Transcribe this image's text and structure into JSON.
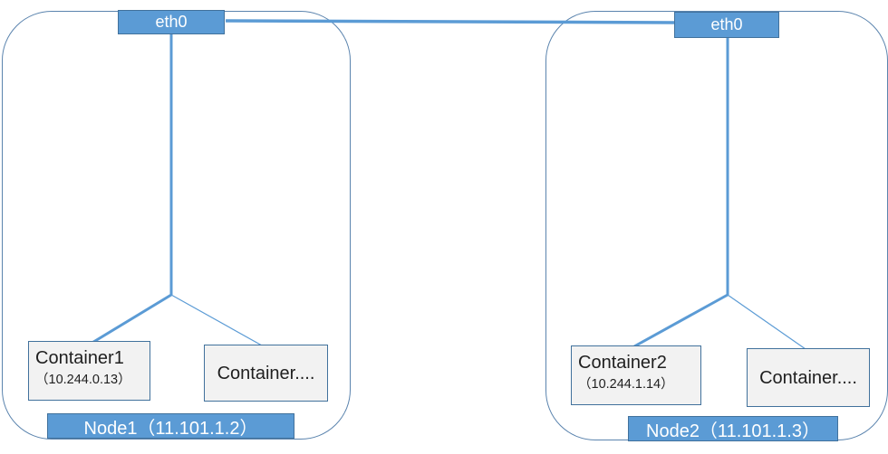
{
  "diagram_type": "kubernetes-cross-node-container-network",
  "colors": {
    "accent_blue_fill": "#5b9bd5",
    "box_border_blue": "#41719c",
    "node_outline_blue": "#5b84ae",
    "container_fill_gray": "#f2f2f2",
    "text_dark": "#1f1f1f",
    "text_light": "#ffffff"
  },
  "nodes": [
    {
      "label": "Node1（11.101.1.2）",
      "interface": "eth0",
      "containers": [
        {
          "name": "Container1",
          "ip": "（10.244.0.13）"
        },
        {
          "name": "Container....",
          "ip": ""
        }
      ]
    },
    {
      "label": "Node2（11.101.1.3）",
      "interface": "eth0",
      "containers": [
        {
          "name": "Container2",
          "ip": "（10.244.1.14）"
        },
        {
          "name": "Container....",
          "ip": ""
        }
      ]
    }
  ],
  "links": [
    {
      "name": "inter-node-link",
      "from": "node1.eth0",
      "to": "node2.eth0"
    },
    {
      "name": "node1-bridge",
      "from": "node1.eth0",
      "to": "node1.containers"
    },
    {
      "name": "node2-bridge",
      "from": "node2.eth0",
      "to": "node2.containers"
    }
  ]
}
